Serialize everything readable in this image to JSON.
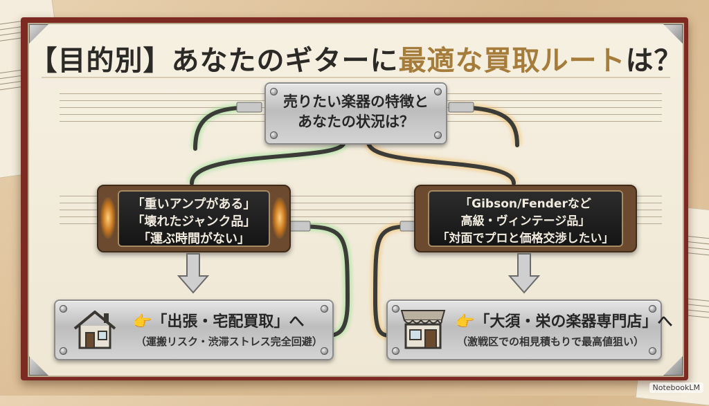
{
  "title": {
    "prefix": "【目的別】あなたのギターに",
    "highlight": "最適な買取ルート",
    "suffix": "は？"
  },
  "question": {
    "line1": "売りたい楽器の特徴と",
    "line2": "あなたの状況は？"
  },
  "left_condition": {
    "lines": [
      "「重いアンプがある」",
      "「壊れたジャンク品」",
      "「運ぶ時間がない」"
    ]
  },
  "right_condition": {
    "lines": [
      "「Gibson/Fenderなど",
      "高級・ヴィンテージ品」",
      "「対面でプロと価格交渉したい」"
    ]
  },
  "left_result": {
    "pointer": "👉",
    "label": "「出張・宅配買取」へ",
    "sub": "（運搬リスク・渋滞ストレス完全回避）",
    "icon": "house-icon"
  },
  "right_result": {
    "pointer": "👉",
    "label": "「大須・栄の楽器専門店」へ",
    "sub": "（激戦区での相見積もりで最高値狙い）",
    "icon": "storefront-icon"
  },
  "watermark": "NotebookLM",
  "colors": {
    "board": "#7c2a22",
    "title_highlight": "#a57c3a",
    "cable_left_glow": "#7fd67a",
    "cable_right_glow": "#e9b35a"
  }
}
